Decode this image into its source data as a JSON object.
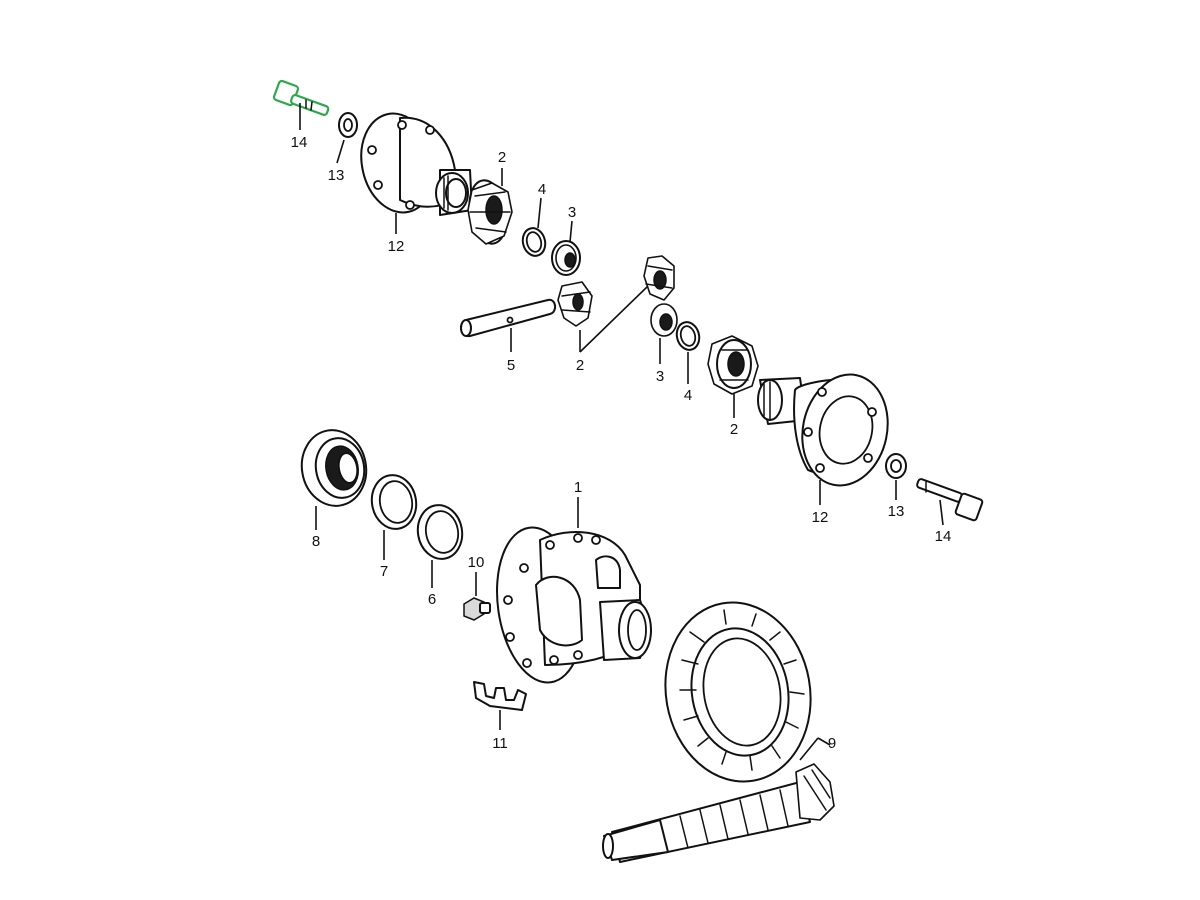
{
  "highlight_color": "#2ea84a",
  "callouts": {
    "c_1": "1",
    "c_2a": "2",
    "c_2b": "2",
    "c_2c": "2",
    "c_3a": "3",
    "c_3b": "3",
    "c_4a": "4",
    "c_4b": "4",
    "c_5": "5",
    "c_6": "6",
    "c_7": "7",
    "c_8": "8",
    "c_9": "9",
    "c_10": "10",
    "c_11": "11",
    "c_12a": "12",
    "c_12b": "12",
    "c_13a": "13",
    "c_13b": "13",
    "c_14a": "14",
    "c_14b": "14"
  }
}
